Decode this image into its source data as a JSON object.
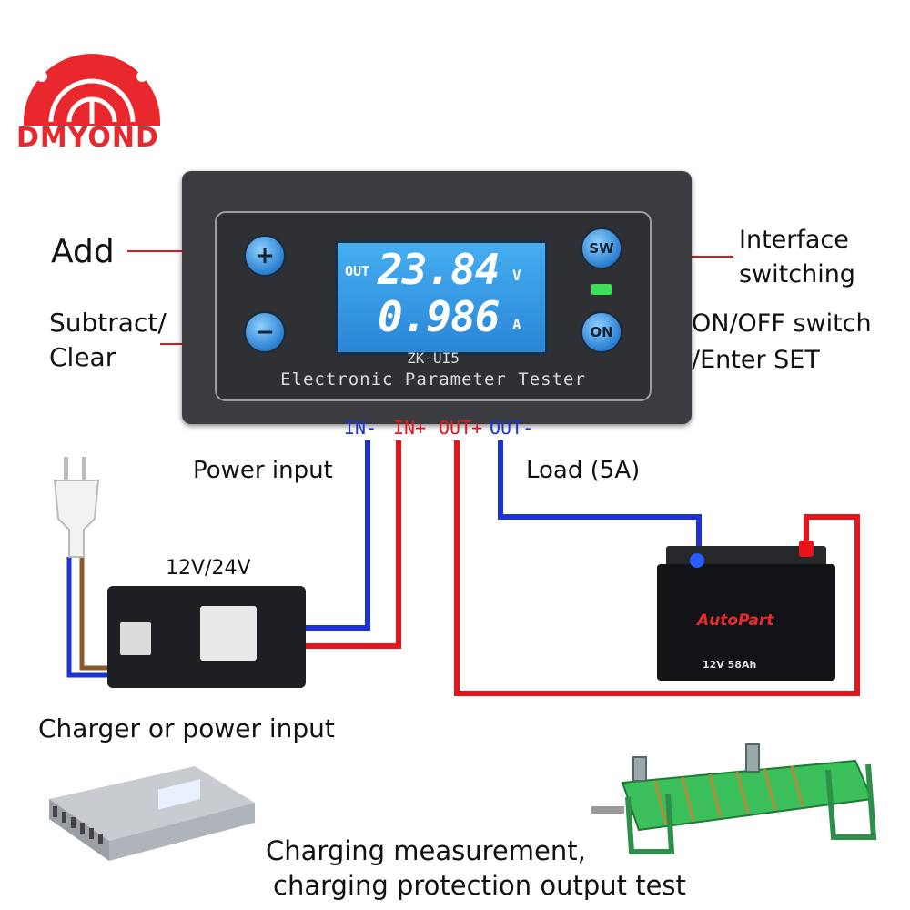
{
  "brand": {
    "name": "DMYOND"
  },
  "device": {
    "lcd": {
      "out_label": "OUT",
      "voltage": "23.84",
      "voltage_unit": "V",
      "current": "0.986",
      "current_unit": "A"
    },
    "model": "ZK-UI5",
    "title": "Electronic Parameter Tester",
    "buttons": {
      "add": "+",
      "subtract": "−",
      "sw": "SW",
      "on": "ON"
    }
  },
  "labels": {
    "add": "Add",
    "subtract": "Subtract/",
    "clear": "Clear",
    "interface": "Interface",
    "switching": "switching",
    "onoff": "ON/OFF switch",
    "enter": "/Enter SET",
    "power_input": "Power input",
    "load": "Load (5A)",
    "voltage_options": "12V/24V",
    "charger": "Charger or power input",
    "charging1": "Charging measurement,",
    "charging2": "charging protection output test"
  },
  "terminals": {
    "in_minus": "IN-",
    "in_plus": "IN+",
    "out_plus": "OUT+",
    "out_minus": "OUT-"
  },
  "battery": {
    "brand": "AutoPart",
    "spec": "12V 58Ah"
  },
  "colors": {
    "positive": "#e8141c",
    "negative": "#1a32d8",
    "brand": "#e8282c"
  }
}
